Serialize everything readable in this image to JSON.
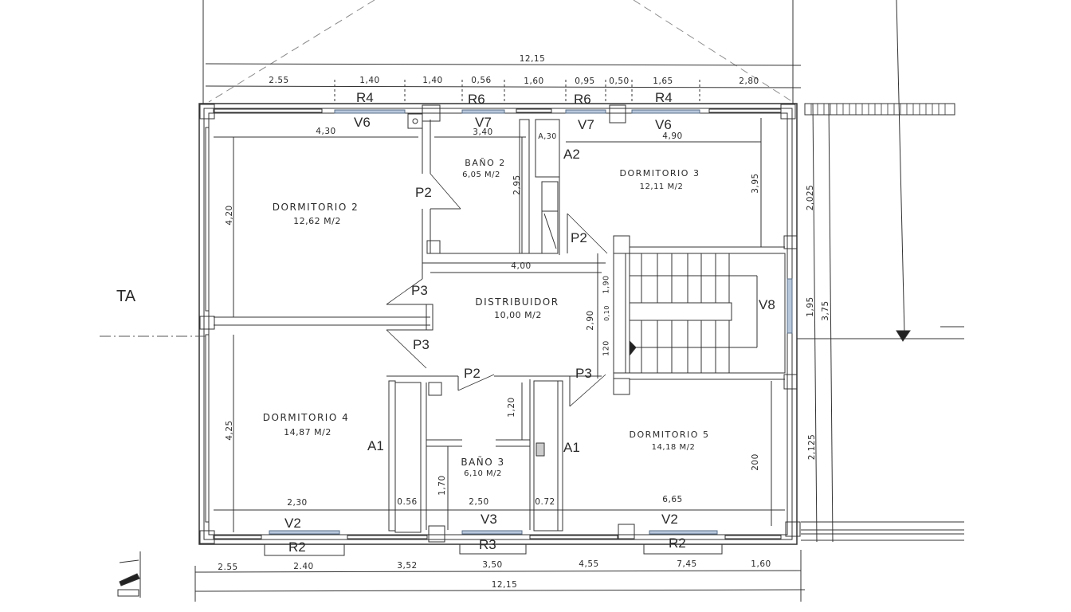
{
  "plan": {
    "section_mark": "TA",
    "rooms": [
      {
        "name": "DORMITORIO 2",
        "area": "12,62 M/2"
      },
      {
        "name": "BAÑO 2",
        "area": "6,05 M/2"
      },
      {
        "name": "DORMITORIO 3",
        "area": "12,11 M/2"
      },
      {
        "name": "DISTRIBUIDOR",
        "area": "10,00 M/2"
      },
      {
        "name": "DORMITORIO 4",
        "area": "14,87 M/2"
      },
      {
        "name": "BAÑO 3",
        "area": "6,10 M/2"
      },
      {
        "name": "DORMITORIO 5",
        "area": "14,18 M/2"
      }
    ],
    "openings": {
      "doors": [
        "P2",
        "P2",
        "P3",
        "P3",
        "P2",
        "P3"
      ],
      "wardrobes": [
        "A2",
        "A1",
        "A1"
      ],
      "windows_top": [
        "V6",
        "V7",
        "V7",
        "V6"
      ],
      "shutters_top": [
        "R4",
        "R6",
        "R6",
        "R4"
      ],
      "windows_bottom": [
        "V2",
        "V3",
        "V2"
      ],
      "shutters_bottom": [
        "R2",
        "R3",
        "R2"
      ],
      "window_stair": "V8"
    },
    "dimensions": {
      "top_total": "12,15",
      "top_segments": [
        "2.55",
        "1,40",
        "1,40",
        "0,56",
        "1,60",
        "0,95",
        "0,50",
        "1,65",
        "2,80"
      ],
      "bottom_total": "12,15",
      "bottom_segments": [
        "2.55",
        "2.40",
        "3,52",
        "3,50",
        "4,55",
        "7,45",
        "1,60"
      ],
      "interior": {
        "d2_width": "4,30",
        "bano2_width": "3,40",
        "a2_width": "A,30",
        "d3_width": "4,90",
        "d2_height": "4,20",
        "bano2_height": "2,95",
        "d3_height": "3,95",
        "dist_width": "4,00",
        "dist_height": "2,90",
        "stair_top": "1,90",
        "stair_mid": "0,10",
        "stair_bot": "120",
        "d4_height": "4,25",
        "d4_width": "2,30",
        "a1_width": "0.56",
        "bano3_width": "2,50",
        "bano3_upper": "1,20",
        "bano3_lower": "1,70",
        "a1b_width": "0.72",
        "d5_width": "6,65",
        "d5_height": "200"
      },
      "right_side": {
        "upper": "2,025",
        "stair_window": "1,95",
        "stair_outer": "3,75",
        "lower": "2,125"
      }
    }
  }
}
